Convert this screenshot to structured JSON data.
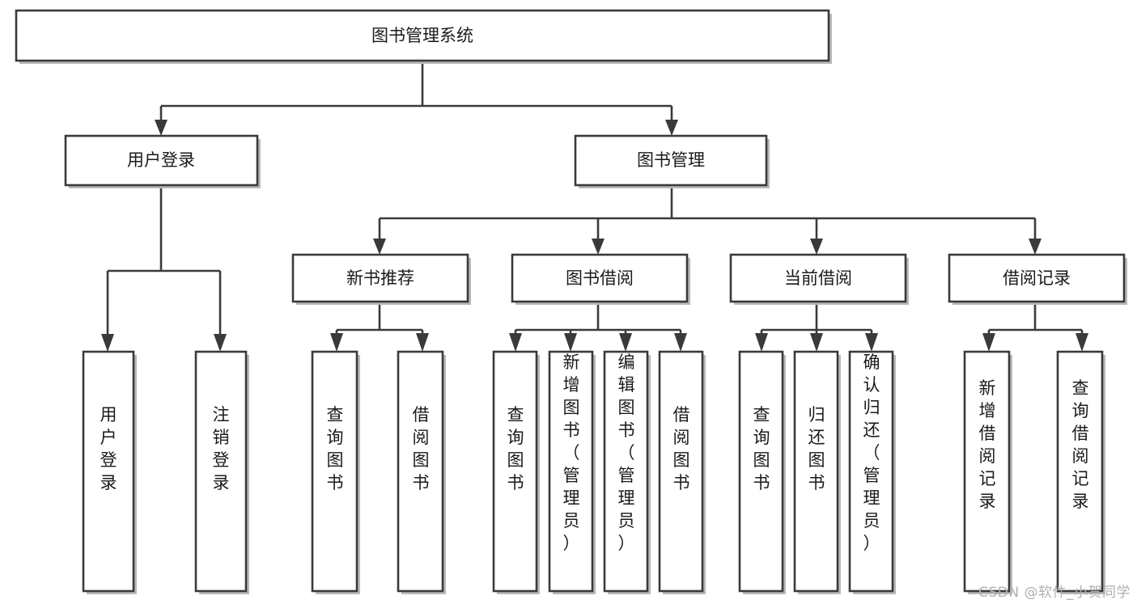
{
  "diagram": {
    "title": "图书管理系统",
    "type": "tree",
    "watermark": "CSDN @软件_小贺同学",
    "colors": {
      "box_stroke": "#3a3a3a",
      "box_fill": "#ffffff",
      "text": "#1a1a1a",
      "shadow": "#b9b9b9",
      "watermark": "#b0b0b0",
      "background": "#ffffff"
    },
    "nodes": {
      "root": {
        "label": "图书管理系统",
        "orientation": "horizontal"
      },
      "level2": [
        {
          "label": "用户登录",
          "orientation": "horizontal"
        },
        {
          "label": "图书管理",
          "orientation": "horizontal"
        }
      ],
      "level3": [
        {
          "label": "新书推荐",
          "orientation": "horizontal"
        },
        {
          "label": "图书借阅",
          "orientation": "horizontal"
        },
        {
          "label": "当前借阅",
          "orientation": "horizontal"
        },
        {
          "label": "借阅记录",
          "orientation": "horizontal"
        }
      ],
      "leaves_user_login": [
        {
          "label": "用户登录",
          "orientation": "vertical"
        },
        {
          "label": "注销登录",
          "orientation": "vertical"
        }
      ],
      "leaves_new_books": [
        {
          "label": "查询图书",
          "orientation": "vertical"
        },
        {
          "label": "借阅图书",
          "orientation": "vertical"
        }
      ],
      "leaves_borrow_books": [
        {
          "label": "查询图书",
          "orientation": "vertical"
        },
        {
          "label": "新增图书（管理员）",
          "orientation": "vertical"
        },
        {
          "label": "编辑图书（管理员）",
          "orientation": "vertical"
        },
        {
          "label": "借阅图书",
          "orientation": "vertical"
        }
      ],
      "leaves_current_borrow": [
        {
          "label": "查询图书",
          "orientation": "vertical"
        },
        {
          "label": "归还图书",
          "orientation": "vertical"
        },
        {
          "label": "确认归还（管理员）",
          "orientation": "vertical"
        }
      ],
      "leaves_borrow_records": [
        {
          "label": "新增借阅记录",
          "orientation": "vertical"
        },
        {
          "label": "查询借阅记录",
          "orientation": "vertical"
        }
      ]
    }
  }
}
